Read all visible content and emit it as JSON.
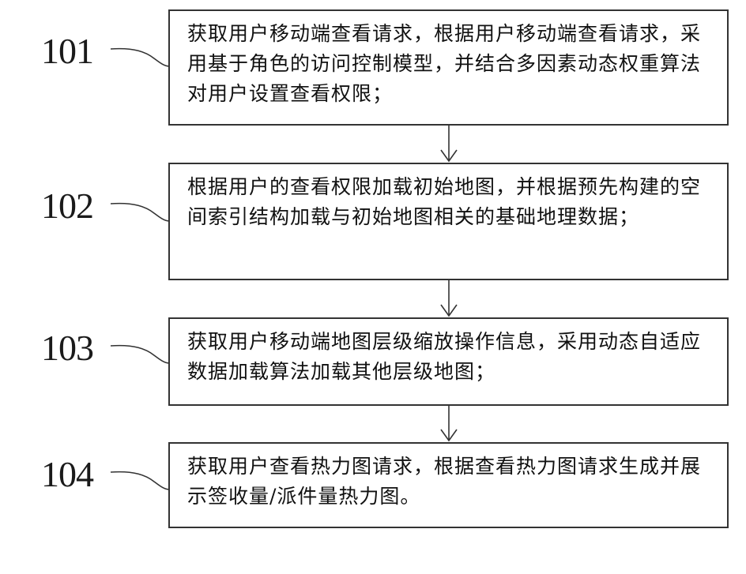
{
  "steps": [
    {
      "id": "101",
      "text": "获取用户移动端查看请求，根据用户移动端查看请求，采用基于角色的访问控制模型，并结合多因素动态权重算法对用户设置查看权限；"
    },
    {
      "id": "102",
      "text": "根据用户的查看权限加载初始地图，并根据预先构建的空间索引结构加载与初始地图相关的基础地理数据；"
    },
    {
      "id": "103",
      "text": "获取用户移动端地图层级缩放操作信息，采用动态自适应数据加载算法加载其他层级地图；"
    },
    {
      "id": "104",
      "text": "获取用户查看热力图请求，根据查看热力图请求生成并展示签收量/派件量热力图。"
    }
  ]
}
